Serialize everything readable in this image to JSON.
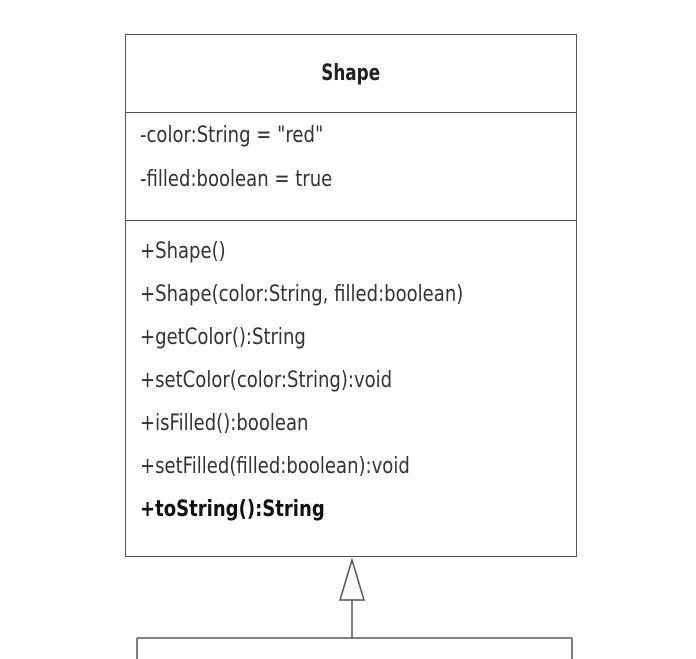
{
  "class_box": {
    "name": "Shape",
    "attributes": [
      "-color:String = \"red\"",
      "-filled:boolean = true"
    ],
    "operations": [
      {
        "text": "+Shape()",
        "bold": false
      },
      {
        "text": "+Shape(color:String, filled:boolean)",
        "bold": false
      },
      {
        "text": "+getColor():String",
        "bold": false
      },
      {
        "text": "+setColor(color:String):void",
        "bold": false
      },
      {
        "text": "+isFilled():boolean",
        "bold": false
      },
      {
        "text": "+setFilled(filled:boolean):void",
        "bold": false
      },
      {
        "text": "+toString():String",
        "bold": true
      }
    ]
  },
  "relationship": {
    "type": "inheritance-arrow",
    "target": "Shape"
  },
  "colors": {
    "border": "#555555",
    "text": "#333333"
  }
}
